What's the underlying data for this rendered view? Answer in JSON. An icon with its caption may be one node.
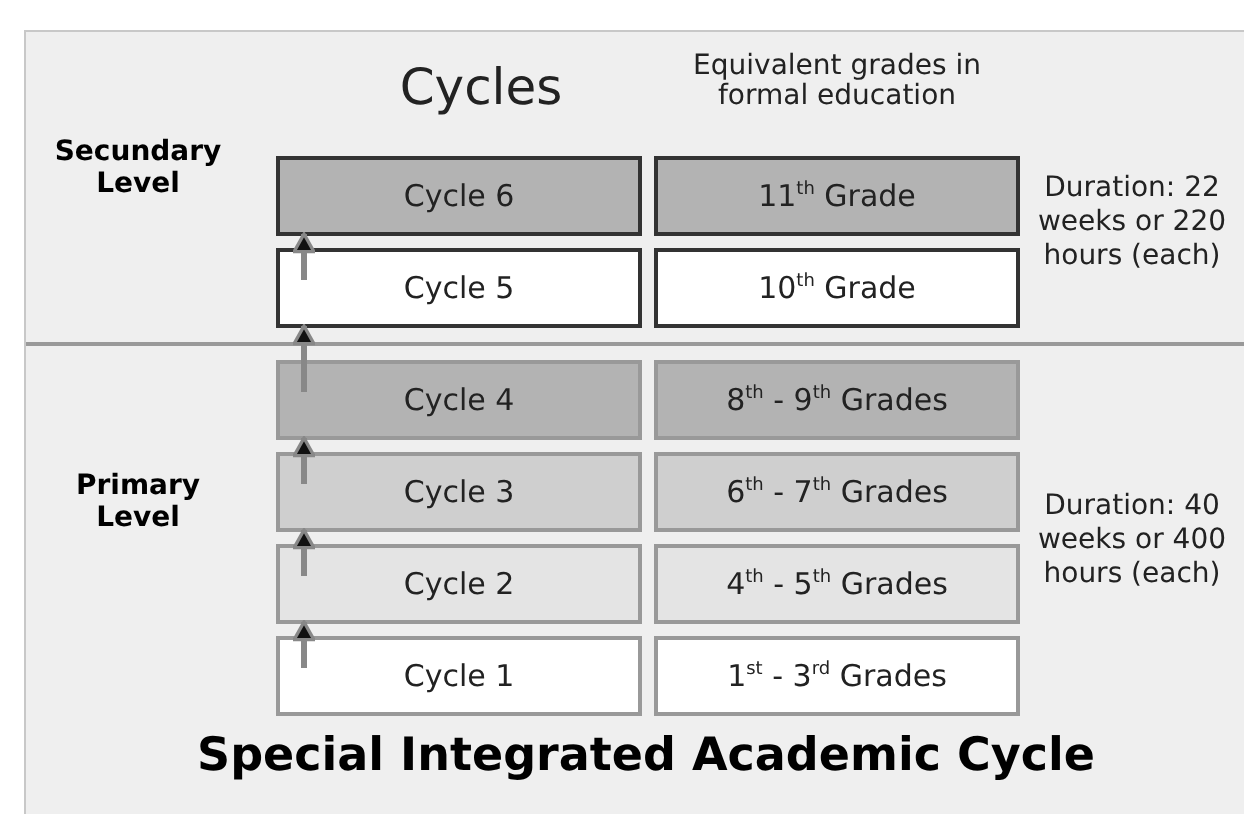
{
  "diagram": {
    "caption": "Special Integrated Academic Cycle",
    "nodes": [
      {
        "text": [
          "Secundary Level",
          "Duration: 22 weeks or 220 hours (each)"
        ]
      },
      {
        "text": [
          "Cycle 6"
        ],
        "in": 0
      },
      {
        "text": [
          "11$^{th}$ Grade"
        ],
        "in": 0
      },
      {
        "text": [
          "Cycle 5"
        ],
        "in": 0
      },
      {
        "text": [
          "10$^{th}$ Grade"
        ],
        "in": 0
      },
      {
        "text": [
          "Primary Level",
          "Duration: 40 weeks or 400 hours (each)"
        ]
      },
      {
        "text": [
          "Cycle 4"
        ],
        "in": 5
      },
      {
        "text": [
          "8$^{th}$ - 9$^{th}$ Grades"
        ],
        "in": 5
      },
      {
        "text": [
          "Cycle 3"
        ],
        "in": 5
      },
      {
        "text": [
          "6$^{th}$ - 7$^{th}$ Grades"
        ],
        "in": 5
      },
      {
        "text": [
          "Cycle 2"
        ],
        "in": 5
      },
      {
        "text": [
          "4$^{th}$ - 5$^{th}$ Grades"
        ],
        "in": 5
      },
      {
        "text": [
          "Cycle 1"
        ],
        "in": 5
      },
      {
        "text": [
          "1$^{st}$ - 3$^{rd}$ Grades"
        ],
        "in": 5
      }
    ],
    "edges": [
      {
        "from": 12,
        "to": 10,
        "arrow": "to"
      },
      {
        "from": 10,
        "to": 8,
        "arrow": "to"
      },
      {
        "from": 8,
        "to": 6,
        "arrow": "to"
      },
      {
        "from": 6,
        "to": 3,
        "arrow": "to"
      },
      {
        "from": 3,
        "to": 1,
        "arrow": "to"
      }
    ],
    "labels": [
      "Cycles",
      "Equivalent grades in formal education"
    ]
  }
}
